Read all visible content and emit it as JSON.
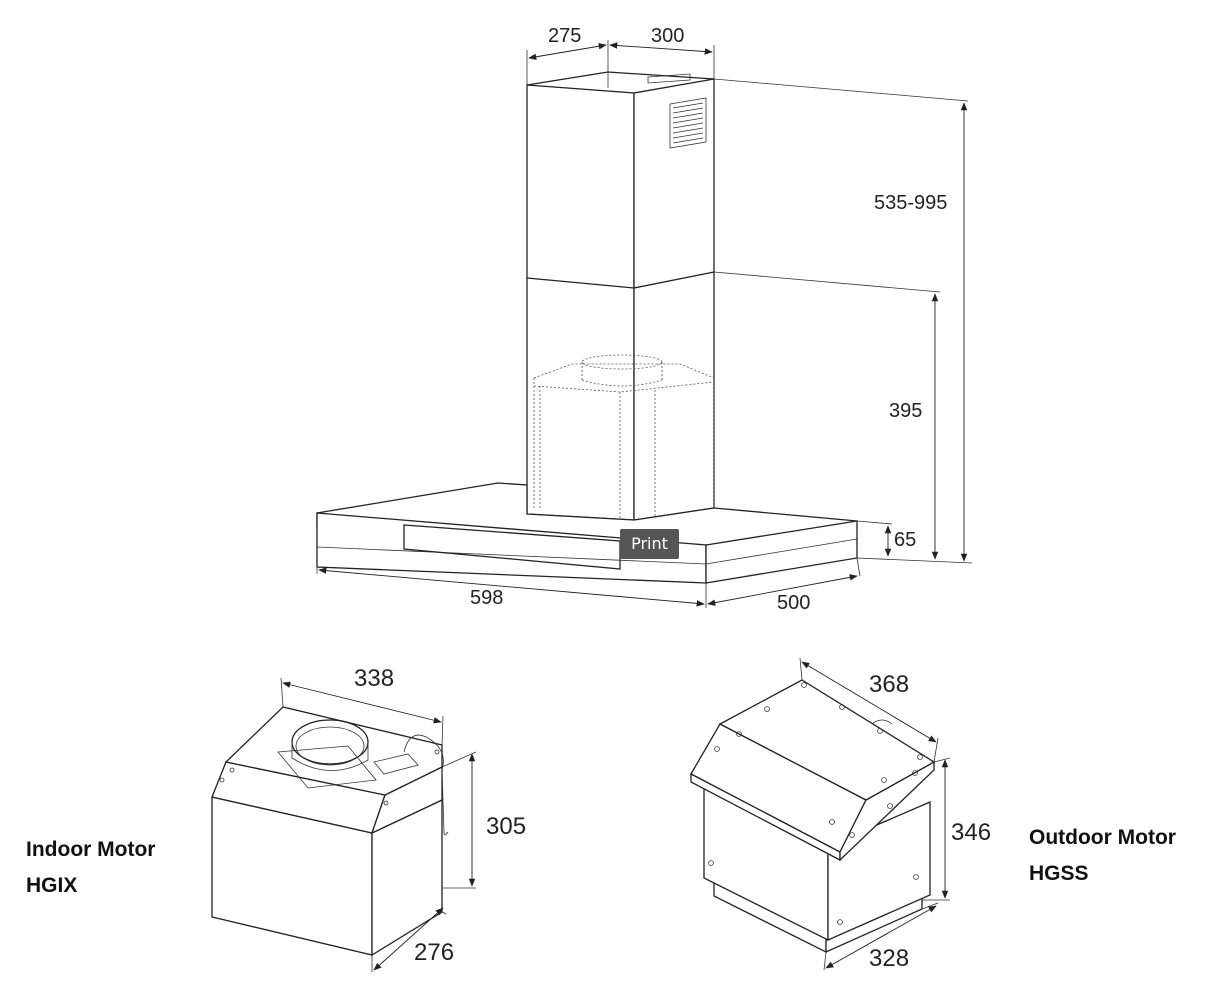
{
  "hood": {
    "dim_depth_chimney": "275",
    "dim_width_chimney": "300",
    "dim_height_total": "535-995",
    "dim_height_lower": "395",
    "dim_canopy_thickness": "65",
    "dim_width": "598",
    "dim_depth": "500"
  },
  "tooltip": {
    "label": "Print"
  },
  "indoor_motor": {
    "label_line1": "Indoor Motor",
    "label_line2": "HGIX",
    "dim_width": "338",
    "dim_height": "305",
    "dim_depth": "276"
  },
  "outdoor_motor": {
    "label_line1": "Outdoor Motor",
    "label_line2": "HGSS",
    "dim_width": "368",
    "dim_height": "346",
    "dim_depth": "328"
  }
}
